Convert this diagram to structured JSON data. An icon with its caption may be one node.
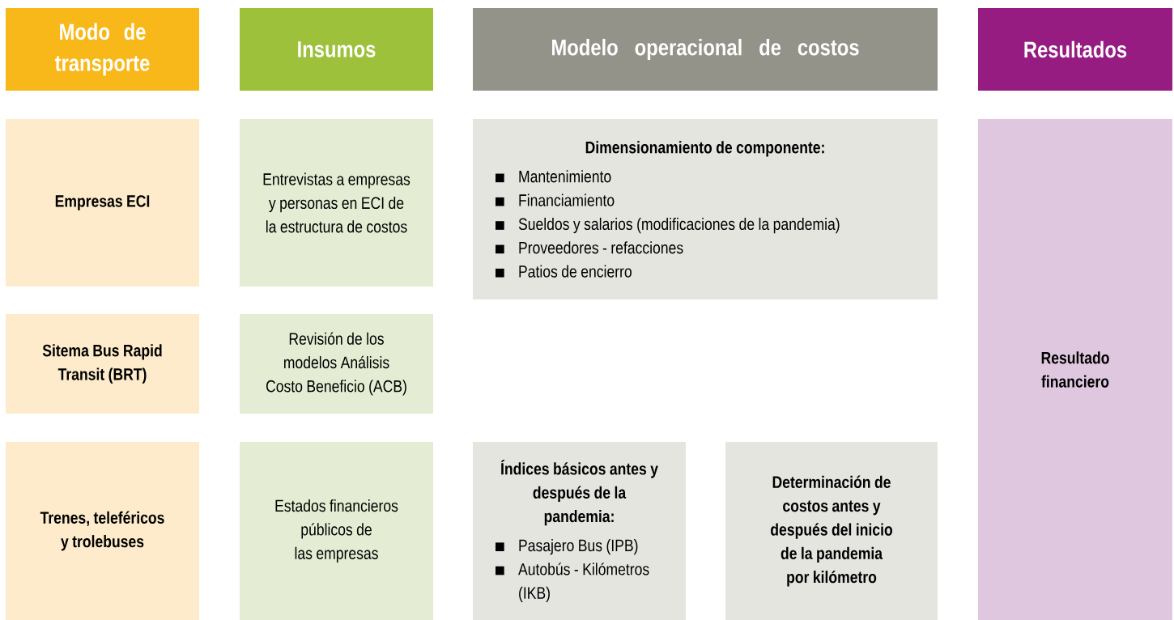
{
  "diagram": {
    "nodes": [
      {
        "text": [
          "Modo de transporte"
        ]
      },
      {
        "text": [
          "Insumos"
        ]
      },
      {
        "text": [
          "Modelo operacional de costos"
        ]
      },
      {
        "text": [
          "Resultados"
        ]
      },
      {
        "text": [
          "Empresas ECI"
        ]
      },
      {
        "text": [
          "Entrevistas a empresas y personas en ECI de la estructura de costos"
        ]
      },
      {
        "text": [
          "Dimensionamiento de componente:",
          "Mantenimiento",
          "Financiamiento",
          "Sueldos y salarios (modificaciones de la pandemia)",
          "Proveedores - refacciones",
          "Patios de encierro"
        ]
      },
      {
        "text": [
          "Resultado financiero"
        ]
      },
      {
        "text": [
          "Sitema Bus Rapid Transit (BRT)"
        ]
      },
      {
        "text": [
          "Revisión de los modelos Análisis Costo Beneficio (ACB)"
        ]
      },
      {
        "text": [
          "Trenes, teleféricos y trolebuses"
        ]
      },
      {
        "text": [
          "Estados financieros públicos de las empresas"
        ]
      },
      {
        "text": [
          "Índices básicos antes y después de la pandemia:",
          "Pasajero Bus (IPB)",
          "Autobús - Kilómetros (IKB)"
        ]
      },
      {
        "text": [
          "Determinación de costos antes y después del inicio de la pandemia por kilómetro"
        ]
      }
    ]
  }
}
